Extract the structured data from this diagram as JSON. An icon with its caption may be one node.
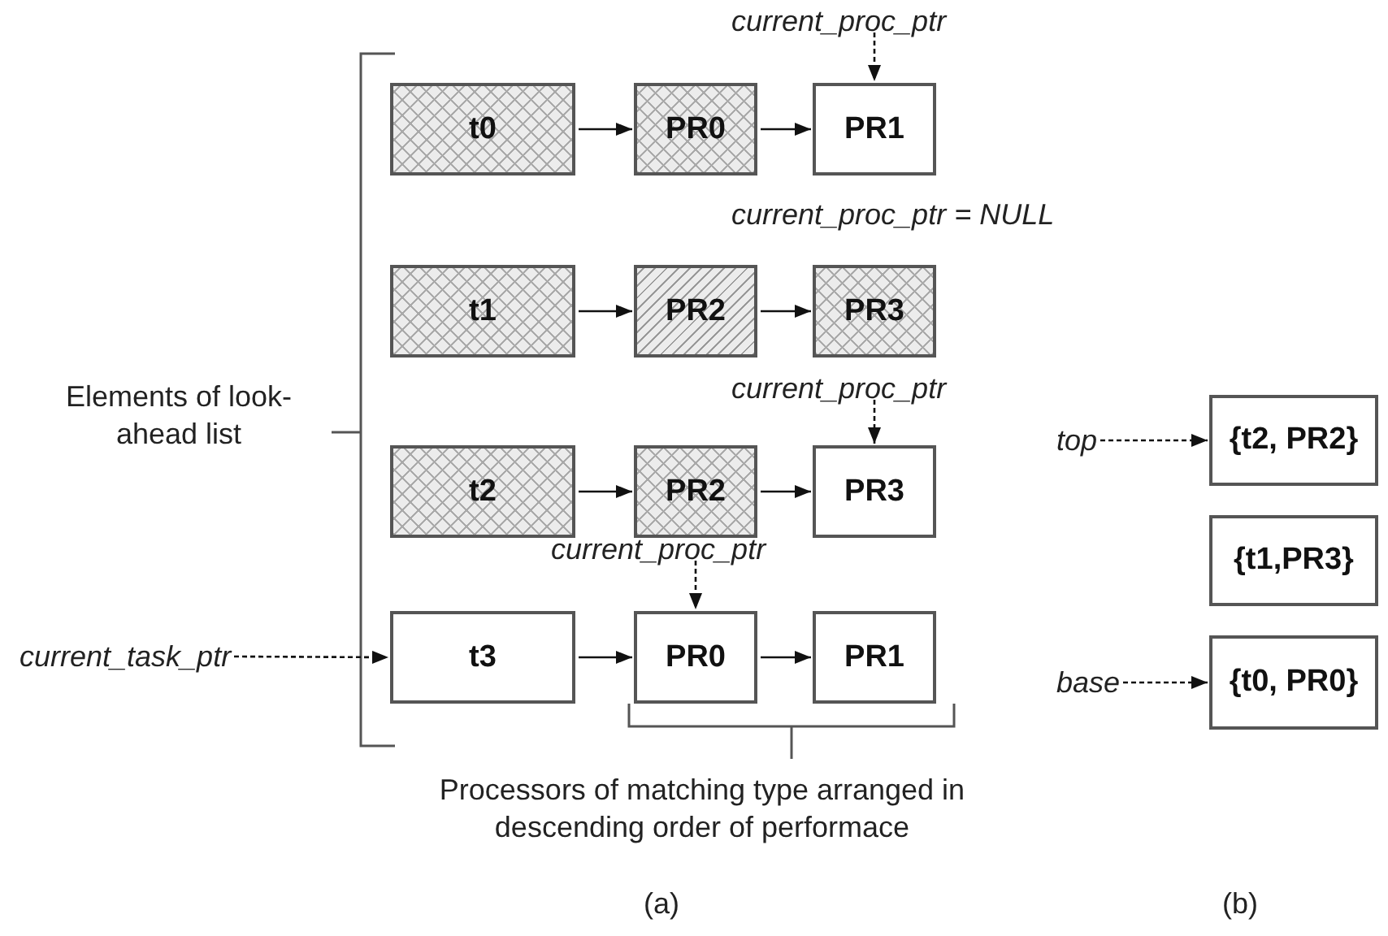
{
  "diagram": {
    "nodes": [
      {
        "text": [
          "current_proc_ptr"
        ]
      },
      {
        "text": [
          "t0"
        ]
      },
      {
        "text": [
          "PR0"
        ]
      },
      {
        "text": [
          "PR1"
        ]
      },
      {
        "text": [
          "t1"
        ]
      },
      {
        "text": [
          "PR2"
        ]
      },
      {
        "text": [
          "PR3"
        ]
      },
      {
        "text": [
          "current_proc_ptr"
        ]
      },
      {
        "text": [
          "t2"
        ]
      },
      {
        "text": [
          "PR2"
        ]
      },
      {
        "text": [
          "PR3"
        ]
      },
      {
        "text": [
          "current_proc_ptr"
        ]
      },
      {
        "text": [
          "current_task_ptr"
        ]
      },
      {
        "text": [
          "t3"
        ]
      },
      {
        "text": [
          "PR0"
        ]
      },
      {
        "text": [
          "PR1"
        ]
      },
      {
        "text": [
          "top"
        ]
      },
      {
        "text": [
          "{t2, PR2}"
        ]
      },
      {
        "text": [
          "{t1,PR3}"
        ]
      },
      {
        "text": [
          "base"
        ]
      },
      {
        "text": [
          "{t0, PR0}"
        ]
      }
    ],
    "edges": [
      {
        "from": 0,
        "to": 3,
        "arrow": "to",
        "style": "dashed"
      },
      {
        "from": 1,
        "to": 2,
        "arrow": "to"
      },
      {
        "from": 2,
        "to": 3,
        "arrow": "to"
      },
      {
        "from": 4,
        "to": 5,
        "arrow": "to"
      },
      {
        "from": 5,
        "to": 6,
        "arrow": "to"
      },
      {
        "from": 7,
        "to": 10,
        "arrow": "to",
        "style": "dashed"
      },
      {
        "from": 8,
        "to": 9,
        "arrow": "to"
      },
      {
        "from": 9,
        "to": 10,
        "arrow": "to"
      },
      {
        "from": 11,
        "to": 14,
        "arrow": "to",
        "style": "dashed"
      },
      {
        "from": 12,
        "to": 13,
        "arrow": "to",
        "style": "dashed"
      },
      {
        "from": 13,
        "to": 14,
        "arrow": "to"
      },
      {
        "from": 14,
        "to": 15,
        "arrow": "to"
      },
      {
        "from": 16,
        "to": 17,
        "arrow": "to",
        "style": "dashed"
      },
      {
        "from": 19,
        "to": 20,
        "arrow": "to",
        "style": "dashed"
      }
    ],
    "labels": [
      "current_proc_ptr = NULL",
      "Elements of look-ahead list",
      "Processors of matching type arranged in descending order of performace",
      "(a)",
      "(b)"
    ]
  }
}
